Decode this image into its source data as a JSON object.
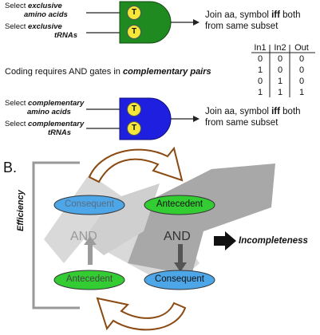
{
  "gate1": {
    "input1": {
      "prefix": "Select",
      "emph1": "exclusive",
      "emph2": "amino acids"
    },
    "input2": {
      "prefix": "Select",
      "emph": "exclusive",
      "suffix": "tRNAs"
    },
    "t1": "T",
    "t2": "T",
    "output_line1": "Join aa, symbol iff both",
    "output_line2": "from same subset"
  },
  "middle_text": {
    "plain": "Coding requires AND gates in",
    "emph": "complementary pairs"
  },
  "truth_table": {
    "headers": [
      "In1",
      "In2",
      "Out"
    ],
    "rows": [
      [
        "0",
        "0",
        "0"
      ],
      [
        "1",
        "0",
        "0"
      ],
      [
        "0",
        "1",
        "0"
      ],
      [
        "1",
        "1",
        "1"
      ]
    ]
  },
  "gate2": {
    "input1": {
      "prefix": "Select",
      "emph1": "complementary",
      "emph2": "amino acids"
    },
    "input2": {
      "prefix": "Select",
      "emph1": "complementary",
      "emph2": "tRNAs"
    },
    "t1": "T",
    "t2": "T",
    "output_line1": "Join aa, symbol iff both",
    "output_line2": "from same subset"
  },
  "panel_b": {
    "label": "B.",
    "efficiency": "Efficiency",
    "consequent_top": "Consequent",
    "antecedent_top": "Antecedent",
    "and_left": "AND",
    "and_right": "AND",
    "antecedent_bottom": "Antecedent",
    "consequent_bottom": "Consequent",
    "incompleteness": "Incompleteness"
  },
  "colors": {
    "gate1_fill": "#1f8a1f",
    "gate2_fill": "#1f1fe0",
    "oval_blue": "#4da6e8",
    "oval_green": "#33cc33",
    "curve_brown": "#8a4a12"
  }
}
